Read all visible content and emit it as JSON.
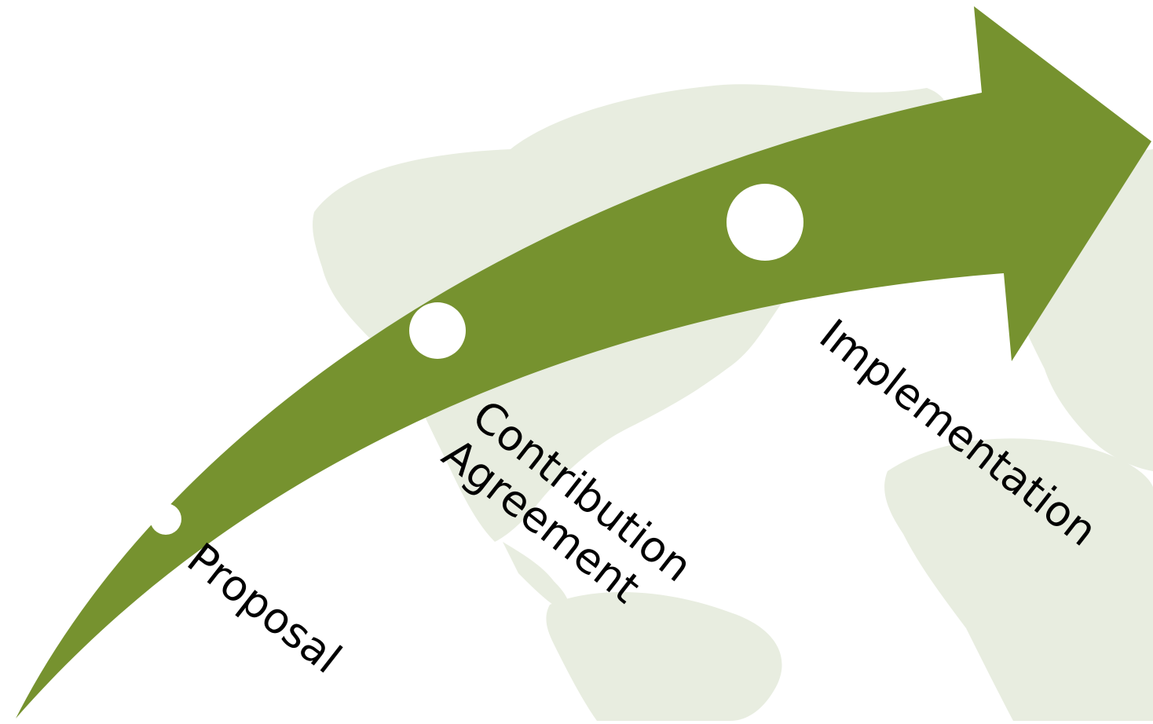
{
  "colors": {
    "background": "#ffffff",
    "map": "#e8ede0",
    "arrow": "#76922f",
    "marker": "#ffffff",
    "text": "#000000"
  },
  "background_icon": "world-map",
  "steps": [
    {
      "label_lines": [
        "Proposal"
      ]
    },
    {
      "label_lines": [
        "Contribution",
        "Agreement"
      ]
    },
    {
      "label_lines": [
        "Implementation"
      ]
    }
  ]
}
